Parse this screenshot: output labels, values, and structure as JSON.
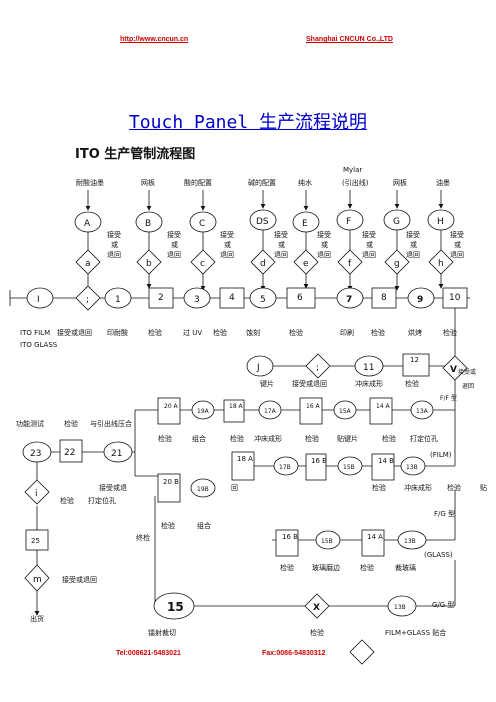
{
  "header": {
    "website": "http://www.cncun.cn",
    "company": "Shanghai CNCUN Co.,LTD"
  },
  "title": "Touch Panel 生产流程说明",
  "subtitle": "ITO 生产管制流程图",
  "materials": {
    "mylar_top": "Mylar",
    "acid_ink": "耐酸油墨",
    "mesh1": "网板",
    "acid_config": "酸的配置",
    "alkali_config": "碱的配置",
    "pure_water": "纯水",
    "lead_wire": "(引出线)",
    "mesh2": "网板",
    "ink": "油墨"
  },
  "input_boxes": [
    "A",
    "B",
    "C",
    "DS",
    "E",
    "F",
    "G",
    "H"
  ],
  "check_diamonds": [
    "a",
    "b",
    "c",
    "d",
    "e",
    "f",
    "g",
    "h"
  ],
  "accept_text": [
    "接受",
    "或",
    "退回"
  ],
  "row1_steps": [
    "I",
    ";",
    "1",
    "2",
    "3",
    "4",
    "5",
    "6",
    "7",
    "8",
    "9",
    "10"
  ],
  "row1_labels": {
    "ito_film": "ITO FILM",
    "accept_reject": "接受或退回",
    "ito_glass": "ITO GLASS",
    "print_acid": "印耐酸",
    "check1": "检验",
    "uv": "过 UV",
    "check2": "检验",
    "etch": "蚀刻",
    "check3": "检验",
    "print": "印刷",
    "check4": "检验",
    "bake": "烘烤",
    "check5": "检验"
  },
  "row2": {
    "j": "J",
    "semi": ";",
    "n11": "11",
    "n12": "12",
    "v": "V",
    "key": "键片",
    "accept_reject": "接受或退回",
    "punch": "冲床成形",
    "check": "检验",
    "accept_or": "接受或",
    "return": "退回"
  },
  "row3": {
    "ff_type": "F/F 型",
    "n20a": "20 A",
    "n19a": "19A",
    "n18a": "18 A",
    "n17a": "17A",
    "n16a": "16 A",
    "n15a": "15A",
    "n14a": "14 A",
    "n13a": "13A",
    "function_test": "功能测试",
    "check_a": "检验",
    "lead_press": "与引出线压合",
    "check_b": "检验",
    "assemble": "组合",
    "check_c": "检验",
    "punch": "冲床成形",
    "check_d": "检验",
    "paste_key": "贴键片",
    "check_e": "检验",
    "hole": "打定位孔"
  },
  "row4": {
    "n23": "23",
    "n22": "22",
    "n21": "21",
    "film": "(FILM)",
    "n18a": "18 A",
    "n17b": "17B",
    "n16b": "16 B",
    "n15b": "15B",
    "n14b": "14 B",
    "n13b": "13B",
    "n20b": "20 B",
    "n19b": "19B",
    "i": "i",
    "accept_reject": "接受或退",
    "back": "回",
    "check_a": "检验",
    "punch": "冲床成形",
    "check_b": "检验",
    "paste": "贴",
    "check_c": "检验",
    "hole": "打定位孔",
    "fg_type": "F/G 型",
    "check_d": "检验",
    "assemble": "组合",
    "final": "终检"
  },
  "row5": {
    "n25": "25",
    "n16b": "16 B",
    "n15b": "15B",
    "n14a": "14 A",
    "n13b": "13B",
    "glass": "(GLASS)",
    "check_a": "检验",
    "glass_edge": "玻璃磨边",
    "check_b": "检验",
    "cut_glass": "裁玻璃"
  },
  "row6": {
    "m": "m",
    "accept_reject": "接受或退回",
    "shipping": "出货",
    "n15": "15",
    "x": "X",
    "n13b": "13B",
    "gg_type": "G/G 型",
    "laser_cut": "镭射裁切",
    "check": "检验",
    "film_glass": "FILM+GLASS 贴合"
  },
  "footer": {
    "tel": "Tel:008621-5483021",
    "fax": "Fax:0086-54830312"
  }
}
